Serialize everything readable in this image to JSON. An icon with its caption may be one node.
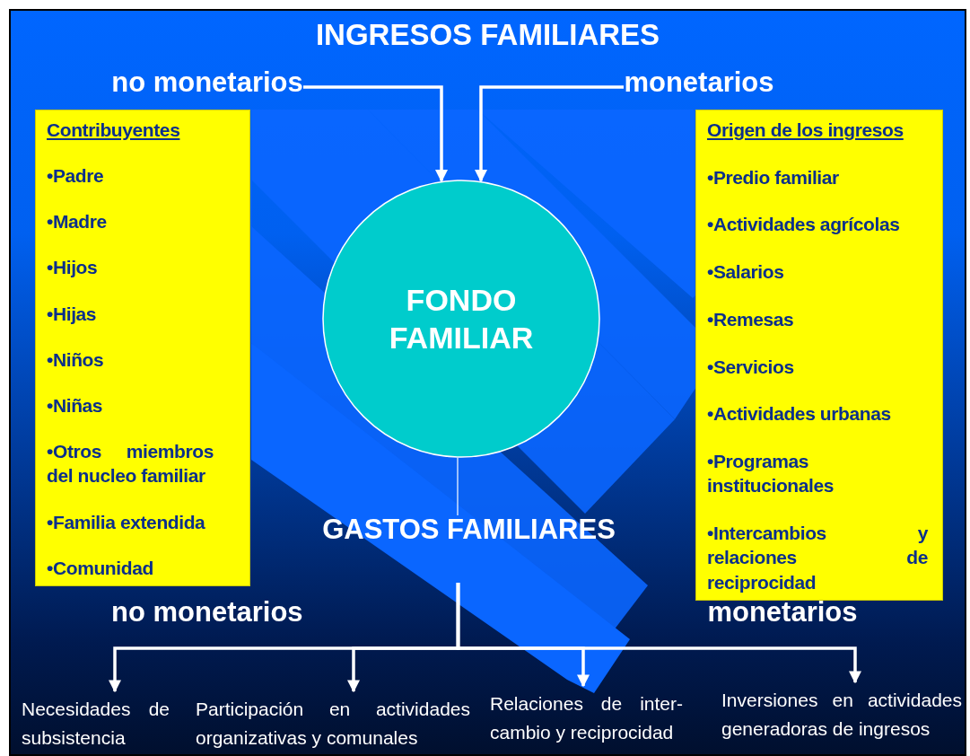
{
  "diagram": {
    "title": "INGRESOS FAMILIARES",
    "nodes": [
      {
        "text": [
          "no monetarios"
        ]
      },
      {
        "text": [
          "monetarios"
        ]
      },
      {
        "text": [
          "FONDO FAMILIAR"
        ]
      },
      {
        "text": [
          "Contribuyentes",
          "•Padre",
          "•Madre",
          "•Hijos",
          "•Hijas",
          "•Niños",
          "•Niñas",
          "•Otros miembros del nucleo familiar",
          "•Familia extendida",
          "•Comunidad"
        ]
      },
      {
        "text": [
          "Origen de los ingresos",
          "•Predio familiar",
          "•Actividades agrícolas",
          "•Salarios",
          "•Remesas",
          "•Servicios",
          "•Actividades urbanas",
          "•Programas institucionales",
          "•Intercambios y relaciones de reciprocidad"
        ]
      },
      {
        "text": [
          "GASTOS FAMILIARES"
        ]
      },
      {
        "text": [
          "Necesidades de subsistencia"
        ]
      },
      {
        "text": [
          "Participación en actividades organizativas y comunales"
        ]
      },
      {
        "text": [
          "Relaciones de inter- cambio y reciprocidad"
        ]
      },
      {
        "text": [
          "Inversiones en actividades generadoras de ingresos"
        ]
      }
    ],
    "edges": [
      {
        "from": 0,
        "to": 2,
        "arrow": "to"
      },
      {
        "from": 1,
        "to": 2,
        "arrow": "to"
      },
      {
        "from": 2,
        "to": 5,
        "arrow": "none"
      },
      {
        "from": 5,
        "to": 6,
        "arrow": "to"
      },
      {
        "from": 5,
        "to": 7,
        "arrow": "to"
      },
      {
        "from": 5,
        "to": 8,
        "arrow": "to"
      },
      {
        "from": 5,
        "to": 9,
        "arrow": "to"
      }
    ],
    "labels": [
      "no monetarios",
      "monetarios"
    ]
  }
}
